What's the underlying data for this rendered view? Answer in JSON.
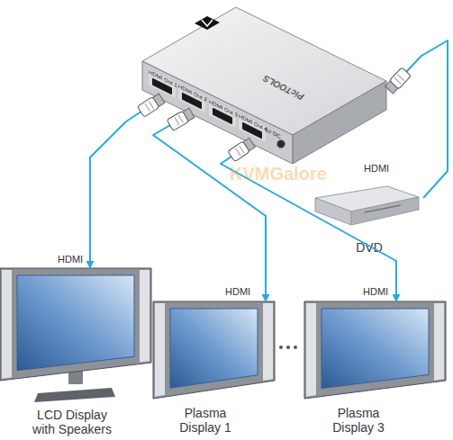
{
  "diagram": {
    "nodes": [
      {
        "text": [
          "PicTOOLS"
        ]
      },
      {
        "text": [
          "HDMI Out 1"
        ],
        "in": 0
      },
      {
        "text": [
          "HDMI Out 2"
        ],
        "in": 0
      },
      {
        "text": [
          "HDMI Out 3"
        ],
        "in": 0
      },
      {
        "text": [
          "HDMI Out 4"
        ],
        "in": 0
      },
      {
        "text": [
          "DVD"
        ]
      },
      {
        "text": [
          "LCD Display with Speakers"
        ]
      },
      {
        "text": [
          "Plasma Display 1"
        ]
      },
      {
        "text": [
          "Plasma Display 3"
        ]
      }
    ],
    "edges": [
      {
        "from": 5,
        "to": 0,
        "arrow": "to",
        "label": "HDMI"
      },
      {
        "from": 1,
        "to": 6,
        "arrow": "to",
        "label": "HDMI"
      },
      {
        "from": 2,
        "to": 7,
        "arrow": "to",
        "label": "HDMI"
      },
      {
        "from": 4,
        "to": 8,
        "arrow": "to",
        "label": "HDMI"
      }
    ],
    "labels": [
      "5V DC",
      "KVMGalore"
    ]
  }
}
